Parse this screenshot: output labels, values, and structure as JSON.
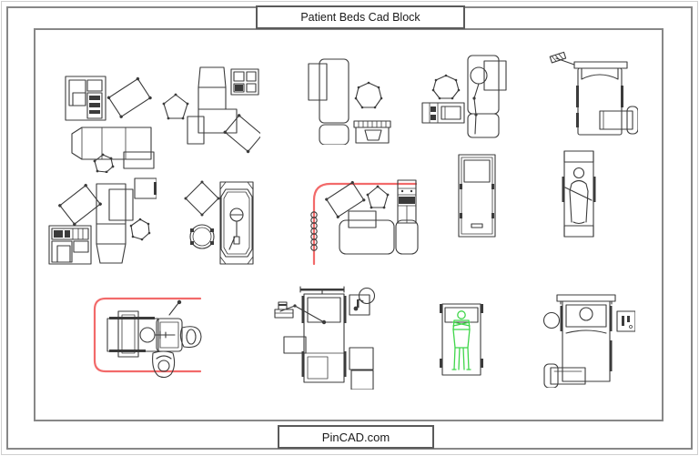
{
  "title": "Patient Beds Cad Block",
  "footer": "PinCAD.com",
  "colors": {
    "line": "#3b3b3b",
    "accent_red": "#f26a6a",
    "accent_green": "#3fd64a",
    "border_gray": "#878787",
    "text": "#1a1a1a"
  },
  "blocks": [
    {
      "id": "bed-monitor-cart",
      "label": "Hospital bed plan with monitor cart, tilted pillow and hexagonal stool"
    },
    {
      "id": "bed-cabinet-stool",
      "label": "Patient bed plan with bedside cabinet, pentagon stool and tilted pillow"
    },
    {
      "id": "bed-instrument-table",
      "label": "Patient bed plan with stool and instrument table"
    },
    {
      "id": "bed-console",
      "label": "Patient bed plan with head circle, console unit, stool and side cabinet"
    },
    {
      "id": "bed-overbed-table",
      "label": "Patient bed plan with headboard, wall arm and overbed table"
    },
    {
      "id": "bed-sectioned",
      "label": "Sectioned patient bed plan with supply cabinet, stool and tilted pillow"
    },
    {
      "id": "exam-table",
      "label": "Examination table plan with round stool and diamond pillow"
    },
    {
      "id": "bed-curtain-track",
      "label": "Patient bed plan with red curtain track, hooks, stool and supply cabinet"
    },
    {
      "id": "bed-simple",
      "label": "Simple patient bed plan with pillow"
    },
    {
      "id": "bed-patient-figure",
      "label": "Patient bed plan with lying patient under blanket"
    },
    {
      "id": "bed-curtain-staff",
      "label": "Patient bed inside red curtain enclosure with attending staff figures"
    },
    {
      "id": "icu-bed-arm",
      "label": "ICU bed plan with articulated equipment arm, monitor box and stacked cabinets"
    },
    {
      "id": "bed-green-figure",
      "label": "Patient bed plan with green standing patient figure"
    },
    {
      "id": "bed-table-stool",
      "label": "Patient bed plan with headboard, round stool, monitor box and overbed table"
    }
  ]
}
